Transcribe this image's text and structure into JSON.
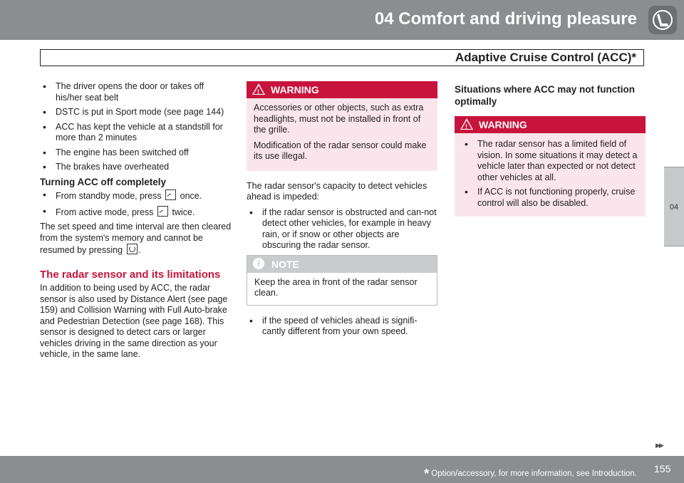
{
  "header": {
    "chapter_title": "04 Comfort and driving pleasure",
    "chapter_icon": "seat-icon",
    "section_title": "Adaptive Cruise Control (ACC)*"
  },
  "side_tab": {
    "label": "04"
  },
  "col1": {
    "bullets": [
      "The driver opens the door or takes off his/her seat belt",
      "DSTC is put in Sport mode (see page 144)",
      "ACC has kept the vehicle at a standstill for more than 2 minutes",
      "The engine has been switched off",
      "The brakes have overheated"
    ],
    "turnoff_heading": "Turning ACC off completely",
    "turnoff_items": [
      {
        "before": "From standby mode, press",
        "after": "once."
      },
      {
        "before": "From active mode, press",
        "after": "twice."
      }
    ],
    "resume_text_before": "The set speed and time interval are then cleared from the system's memory and cannot be resumed by pressing",
    "resume_text_after": ".",
    "section_heading": "The radar sensor and its limitations",
    "section_para": "In addition to being used by ACC, the radar sensor is also used by Distance Alert (see page 159) and Collision Warning with Full Auto-brake and Pedestrian Detection (see page 168). This sensor is designed to detect cars or larger vehicles driving in the same direction as your vehicle, in the same lane."
  },
  "col2": {
    "warning": {
      "title": "WARNING",
      "paragraphs": [
        "Accessories or other objects, such as extra headlights, must not be installed in front of the grille.",
        "Modification of the radar sensor could make its use illegal."
      ]
    },
    "intro": "The radar sensor's capacity to detect vehicles ahead is impeded:",
    "bullet1": "if the radar sensor is obstructed and can-not detect other vehicles, for example in heavy rain, or if snow or other objects are obscuring the radar sensor.",
    "note": {
      "title": "NOTE",
      "text": "Keep the area in front of the radar sensor clean."
    },
    "bullet2": "if the speed of vehicles ahead is signifi-cantly different from your own speed."
  },
  "col3": {
    "heading": "Situations where ACC may not function optimally",
    "warning": {
      "title": "WARNING",
      "bullets": [
        "The radar sensor has a limited field of vision. In some situations it may detect a vehicle later than expected or not detect other vehicles at all.",
        "If ACC is not functioning properly, cruise control will also be disabled."
      ]
    }
  },
  "footer": {
    "star": "*",
    "note": "Option/accessory, for more information, see Introduction.",
    "page_number": "155",
    "next_page_icon": "double-chevron-right-icon"
  },
  "colors": {
    "header_gray": "#8b8d90",
    "warning_red": "#c8143c",
    "warning_bg": "#fbe5ec",
    "note_gray": "#c9cbcd"
  }
}
